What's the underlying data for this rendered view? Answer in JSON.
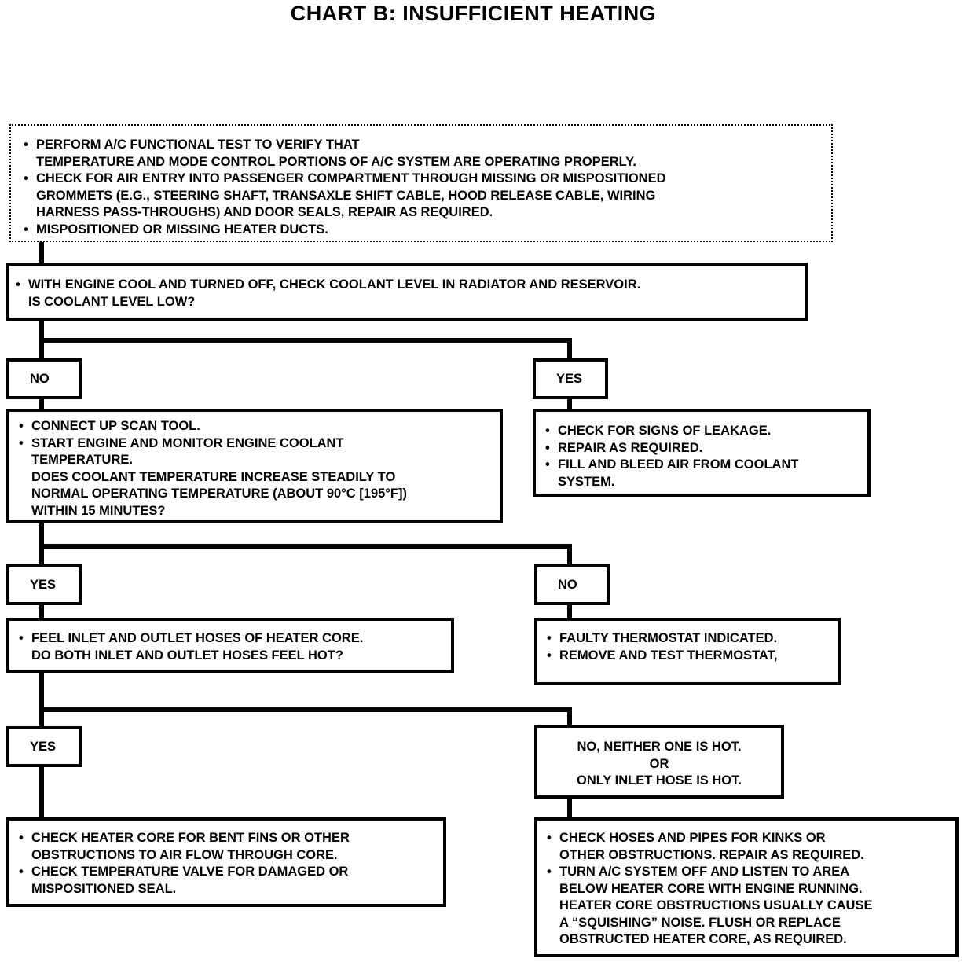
{
  "title": "CHART B: INSUFFICIENT HEATING",
  "box_initial": {
    "items": [
      "PERFORM A/C FUNCTIONAL TEST  TO VERIFY THAT\nTEMPERATURE AND MODE CONTROL PORTIONS OF A/C SYSTEM ARE OPERATING PROPERLY.",
      "CHECK FOR AIR ENTRY INTO PASSENGER COMPARTMENT THROUGH MISSING OR MISPOSITIONED\nGROMMETS (E.G., STEERING SHAFT, TRANSAXLE SHIFT CABLE, HOOD RELEASE CABLE, WIRING\nHARNESS PASS-THROUGHS) AND DOOR SEALS, REPAIR AS REQUIRED.",
      "MISPOSITIONED OR MISSING HEATER DUCTS."
    ]
  },
  "box_coolant": {
    "items": [
      "WITH ENGINE COOL AND TURNED OFF, CHECK COOLANT LEVEL IN RADIATOR AND RESERVOIR.\nIS COOLANT LEVEL LOW?"
    ]
  },
  "label_no_1": "NO",
  "label_yes_1": "YES",
  "box_scan": {
    "items": [
      "CONNECT UP SCAN TOOL.",
      "START ENGINE AND MONITOR ENGINE COOLANT\nTEMPERATURE.\nDOES COOLANT TEMPERATURE INCREASE STEADILY TO\nNORMAL OPERATING TEMPERATURE (ABOUT 90°C [195°F])\nWITHIN 15 MINUTES?"
    ]
  },
  "box_leak": {
    "items": [
      "CHECK FOR SIGNS OF LEAKAGE.",
      "REPAIR AS REQUIRED.",
      "FILL AND BLEED AIR FROM COOLANT\nSYSTEM."
    ]
  },
  "label_yes_2": "YES",
  "label_no_2": "NO",
  "box_hoses": {
    "items": [
      "FEEL INLET AND OUTLET HOSES OF HEATER CORE.\nDO BOTH INLET AND OUTLET HOSES FEEL HOT?"
    ]
  },
  "box_thermostat": {
    "items": [
      "FAULTY THERMOSTAT INDICATED.",
      "REMOVE AND TEST THERMOSTAT,"
    ]
  },
  "label_yes_3": "YES",
  "label_neither": "NO, NEITHER ONE IS HOT.\nOR\nONLY INLET HOSE IS HOT.",
  "box_core": {
    "items": [
      "CHECK HEATER CORE FOR BENT FINS OR OTHER\nOBSTRUCTIONS TO AIR FLOW THROUGH CORE.",
      "CHECK TEMPERATURE VALVE FOR DAMAGED OR\nMISPOSITIONED SEAL."
    ]
  },
  "box_kinks": {
    "items": [
      "CHECK HOSES AND PIPES FOR KINKS OR\nOTHER OBSTRUCTIONS. REPAIR AS REQUIRED.",
      "TURN A/C SYSTEM OFF AND LISTEN TO AREA\nBELOW HEATER CORE WITH ENGINE RUNNING.\nHEATER CORE OBSTRUCTIONS USUALLY CAUSE\nA “SQUISHING” NOISE. FLUSH OR REPLACE\nOBSTRUCTED HEATER CORE, AS REQUIRED."
    ]
  }
}
